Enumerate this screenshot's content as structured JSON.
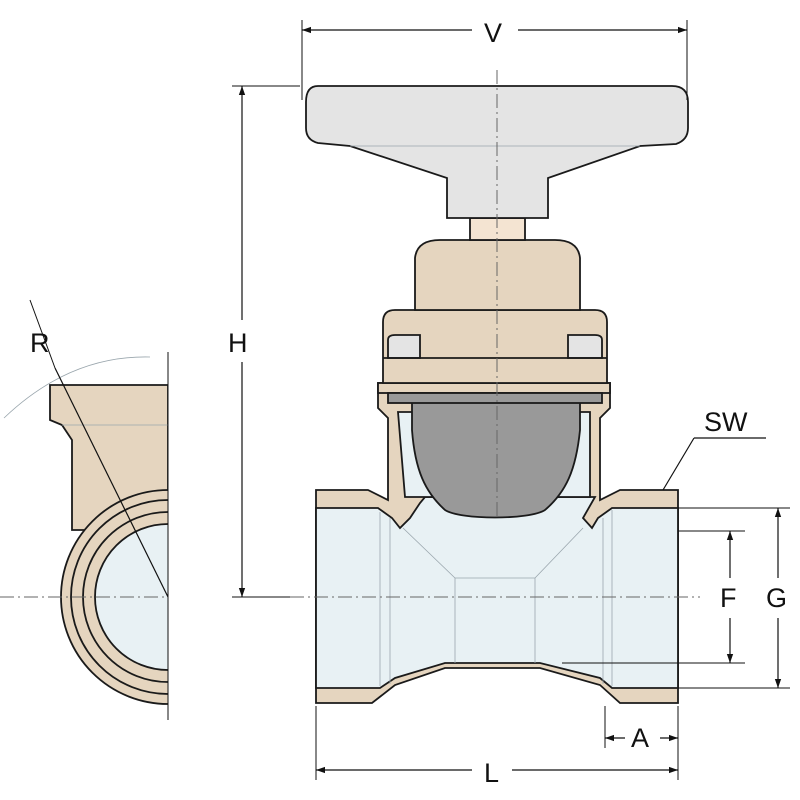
{
  "dimension_labels": {
    "V": "V",
    "H": "H",
    "R": "R",
    "SW": "SW",
    "F": "F",
    "G": "G",
    "A": "A",
    "L": "L"
  },
  "colors": {
    "body_bronze": "#e5d5bf",
    "handwheel_grey": "#e4e4e4",
    "gate_grey": "#999999",
    "bore_light_blue": "#e8f1f4",
    "outline": "#1a1a1a"
  }
}
